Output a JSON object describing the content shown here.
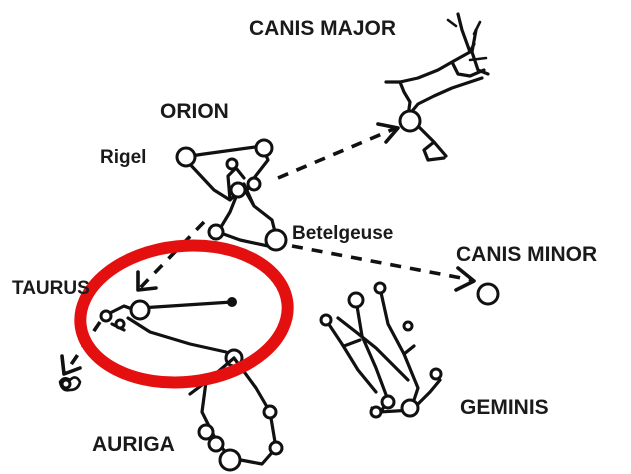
{
  "labels": {
    "canis_major": "CANIS MAJOR",
    "orion": "ORION",
    "rigel": "Rigel",
    "betelgeuse": "Betelgeuse",
    "canis_minor": "CANIS MINOR",
    "taurus": "TAURUS",
    "geminis": "GEMINIS",
    "auriga": "AURIGA"
  },
  "colors": {
    "ink": "#111111",
    "highlight_ring": "#e41010",
    "background": "#ffffff"
  }
}
